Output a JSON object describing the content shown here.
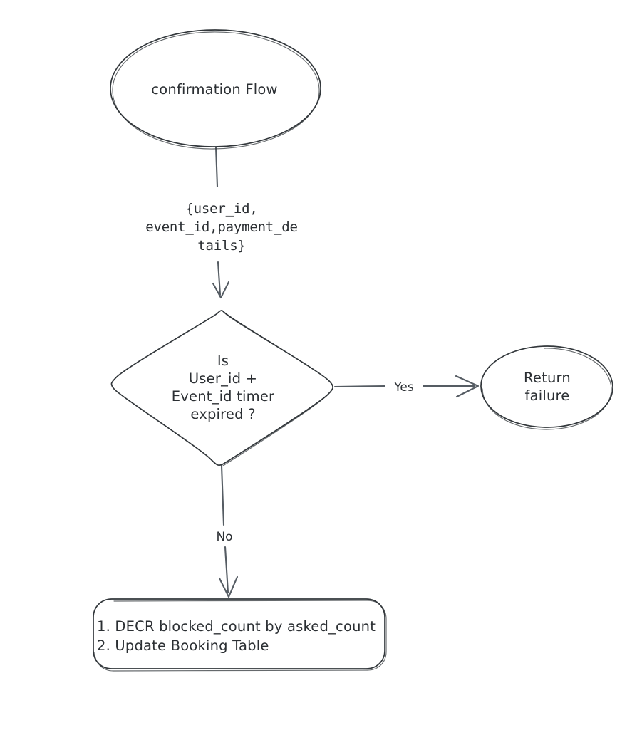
{
  "diagram": {
    "title": "confirmation Flow",
    "background_color": "#ffffff",
    "stroke_color": "#32373b",
    "connector_color": "#555c63",
    "text_color": "#2b2f33",
    "nodes": {
      "start": {
        "type": "ellipse",
        "label": "confirmation Flow"
      },
      "decision": {
        "type": "diamond",
        "lines": [
          "Is",
          "User_id +",
          "Event_id timer",
          "expired ?"
        ]
      },
      "failure": {
        "type": "ellipse",
        "lines": [
          "Return",
          "failure"
        ]
      },
      "process": {
        "type": "rounded-rectangle",
        "lines": [
          "1. DECR blocked_count by asked_count",
          "2. Update Booking Table"
        ]
      }
    },
    "edges": {
      "start_to_decision": {
        "lines": [
          "{user_id,",
          "event_id,payment_de",
          "tails}"
        ]
      },
      "decision_to_failure": {
        "label": "Yes"
      },
      "decision_to_process": {
        "label": "No"
      }
    }
  }
}
